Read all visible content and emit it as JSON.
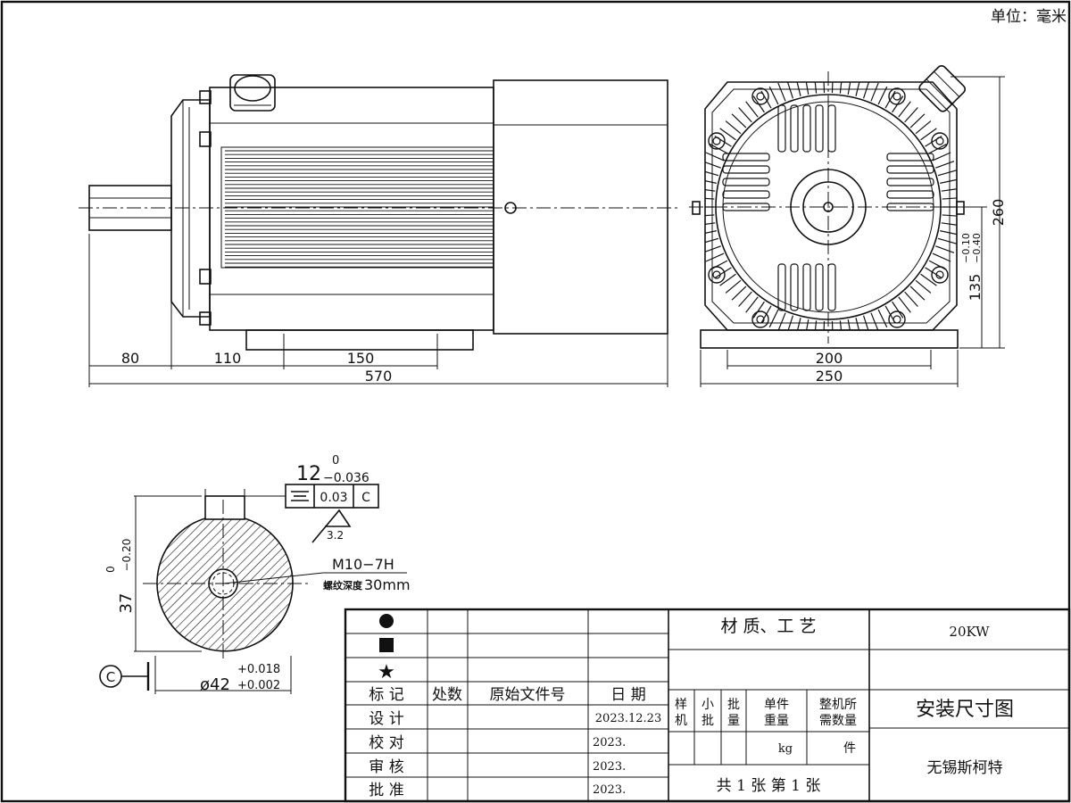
{
  "unit_label": "单位：毫米",
  "side_view": {
    "dims": {
      "shaft": "80",
      "flange": "110",
      "foot": "150",
      "total": "570"
    }
  },
  "front_view": {
    "dims": {
      "foot_holes": "200",
      "base": "250",
      "height": "260",
      "center_height": "135",
      "center_tol_upper": "−0.10",
      "center_tol_lower": "−0.40"
    }
  },
  "shaft_section": {
    "key_width": "12",
    "key_tol_upper": "0",
    "key_tol_lower": "−0.036",
    "symmetry_symbol": "⌯",
    "symmetry_tol": "0.03",
    "datum_ref": "C",
    "roughness": "3.2",
    "key_depth": "37",
    "key_depth_tol_upper": "0",
    "key_depth_tol_lower": "−0.20",
    "thread": "M10−7H",
    "thread_depth_label": "螺纹深度",
    "thread_depth": "30mm",
    "datum": "C",
    "diameter": "ø42",
    "dia_tol_upper": "+0.018",
    "dia_tol_lower": "+0.002"
  },
  "title_block": {
    "symbols": [
      "●",
      "■",
      "★"
    ],
    "headers": [
      "标  记",
      "处数",
      "原始文件号",
      "日  期"
    ],
    "rows": [
      {
        "label": "设  计",
        "date": "2023.12.23"
      },
      {
        "label": "校  对",
        "date": "2023."
      },
      {
        "label": "审  核",
        "date": "2023."
      },
      {
        "label": "批  准",
        "date": "2023."
      }
    ],
    "material_label": "材 质、工 艺",
    "power": "20KW",
    "cols": {
      "sample": [
        "样",
        "机"
      ],
      "small_batch": [
        "小",
        "批"
      ],
      "batch": [
        "批",
        "量"
      ],
      "unit_weight": [
        "单件",
        "重量"
      ],
      "qty": [
        "整机所",
        "需数量"
      ]
    },
    "unit_kg": "kg",
    "unit_pcs": "件",
    "sheet": "共 1  张    第 1  张",
    "drawing_title": "安装尺寸图",
    "company": "无锡斯柯特"
  }
}
